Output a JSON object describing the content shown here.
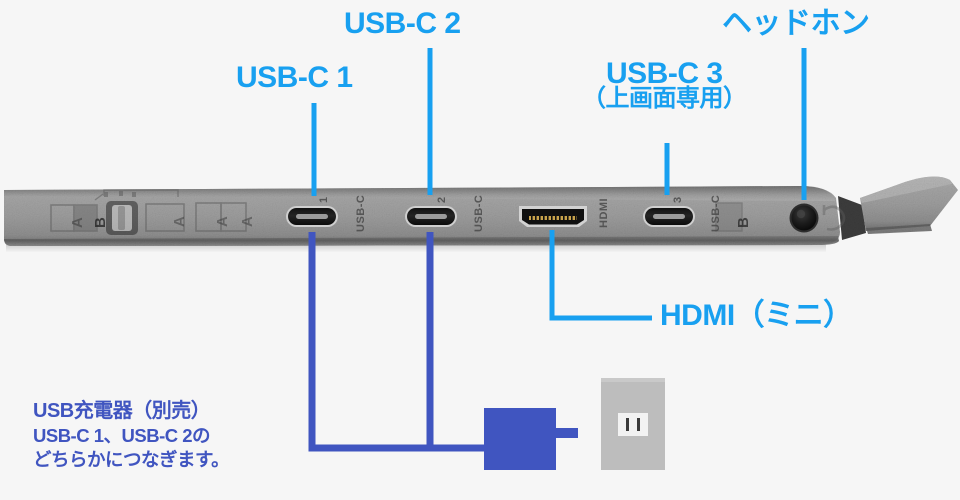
{
  "diagram": {
    "title_colors": {
      "callout_blue": "#18a0f0",
      "charger_blue": "#4055c0",
      "background": "#f6f6f6",
      "device_body": "#9a9a9a",
      "outlet_gray": "#bdbdbd"
    },
    "callouts": {
      "usbc1": "USB-C 1",
      "usbc2": "USB-C 2",
      "usbc3_line1": "USB-C 3",
      "usbc3_line2": "（上画面専用）",
      "headphone": "ヘッドホン",
      "hdmi": "HDMI（ミニ）"
    },
    "charger_note": {
      "line1": "USB充電器（別売）",
      "line2": "USB-C 1、USB-C 2の",
      "line3": "どちらかにつなぎます。"
    },
    "device_port_marks": {
      "usbc1_number": "1",
      "usbc1_text": "USB-C",
      "usbc2_number": "2",
      "usbc2_text": "USB-C",
      "hdmi_text": "HDMI",
      "usbc3_number": "3",
      "usbc3_text": "USB-C"
    },
    "device_molded_icons": {
      "icon_a": "A",
      "icon_b": "B",
      "icon_a2": "A",
      "icon_a3": "A",
      "icon_a4": "A",
      "icon_b2": "B"
    }
  }
}
